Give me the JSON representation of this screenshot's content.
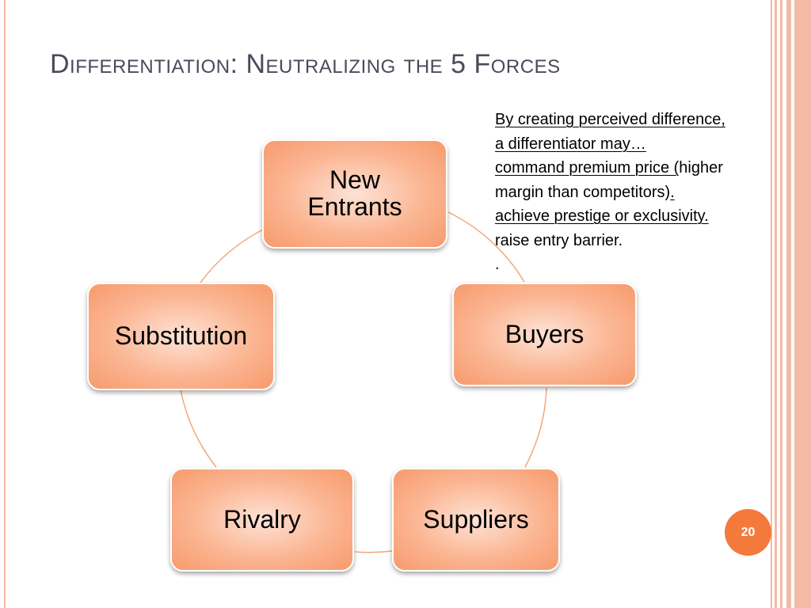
{
  "slide": {
    "title": "Differentiation: Neutralizing the 5 Forces",
    "page_number": "20"
  },
  "diagram": {
    "type": "cycle",
    "nodes": [
      {
        "id": "new-entrants",
        "label_lines": [
          "New",
          "Entrants"
        ]
      },
      {
        "id": "buyers",
        "label_lines": [
          "Buyers"
        ]
      },
      {
        "id": "suppliers",
        "label_lines": [
          "Suppliers"
        ]
      },
      {
        "id": "rivalry",
        "label_lines": [
          "Rivalry"
        ]
      },
      {
        "id": "substitution",
        "label_lines": [
          "Substitution"
        ]
      }
    ]
  },
  "callout": {
    "line1": "By creating perceived difference,",
    "line2": "a differentiator may…",
    "line3_underlined": "command premium price (",
    "line3_rest": "higher",
    "line4": "margin than competitors)",
    "line4_end": ".",
    "line5": "achieve prestige or exclusivity.",
    "line6": "raise entry barrier.",
    "line7": "."
  },
  "colors": {
    "accent": "#f47a3c",
    "node_fill": "#fbb592",
    "connector": "#f4a77a",
    "frame": "#f4b9a7",
    "title": "#4a4a5a"
  }
}
